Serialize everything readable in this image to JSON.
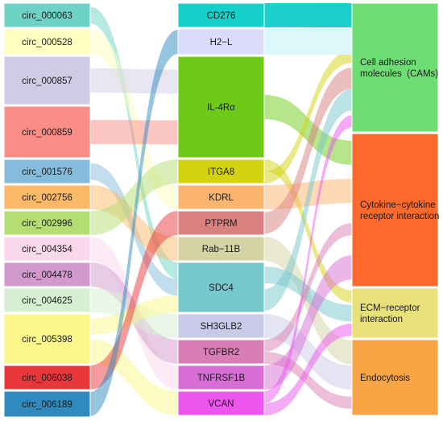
{
  "diagram": {
    "circ_nodes": [
      {
        "id": "c0063",
        "label": "circ_000063",
        "color": "#6ED3C4"
      },
      {
        "id": "c0528",
        "label": "circ_000528",
        "color": "#FFFFC2"
      },
      {
        "id": "c0857",
        "label": "circ_000857",
        "color": "#CFCDE6"
      },
      {
        "id": "c0859",
        "label": "circ_000859",
        "color": "#FA8E86"
      },
      {
        "id": "c1576",
        "label": "circ_001576",
        "color": "#85BBDB"
      },
      {
        "id": "c2756",
        "label": "circ_002756",
        "color": "#FBB968"
      },
      {
        "id": "c2996",
        "label": "circ_002996",
        "color": "#B4DE72"
      },
      {
        "id": "c4354",
        "label": "circ_004354",
        "color": "#FAD8EB"
      },
      {
        "id": "c4478",
        "label": "circ_004478",
        "color": "#D299CD"
      },
      {
        "id": "c4625",
        "label": "circ_004625",
        "color": "#D6EFD2"
      },
      {
        "id": "c5398",
        "label": "circ_005398",
        "color": "#FBF78A"
      },
      {
        "id": "c6038",
        "label": "circ_006038",
        "color": "#E8373B"
      },
      {
        "id": "c6189",
        "label": "circ_006189",
        "color": "#2F8ABF"
      }
    ],
    "gene_nodes": [
      {
        "id": "CD276",
        "label": "CD276",
        "color": "#15CFC9"
      },
      {
        "id": "H2L",
        "label": "H2−L",
        "color": "#DCDCFA"
      },
      {
        "id": "IL4R",
        "label": "IL-4Rα",
        "color": "#6DCB18"
      },
      {
        "id": "ITGA8",
        "label": "ITGA8",
        "color": "#D3D311"
      },
      {
        "id": "KDRL",
        "label": "KDRL",
        "color": "#FCB46E"
      },
      {
        "id": "PTPRM",
        "label": "PTPRM",
        "color": "#D98080"
      },
      {
        "id": "RAB11B",
        "label": "Rab−11B",
        "color": "#D3D3A3"
      },
      {
        "id": "SDC4",
        "label": "SDC4",
        "color": "#77C8CC"
      },
      {
        "id": "SH3GLB2",
        "label": "SH3GLB2",
        "color": "#C9C9E8"
      },
      {
        "id": "TGFBR2",
        "label": "TGFBR2",
        "color": "#D97DB6"
      },
      {
        "id": "TNFRSF1B",
        "label": "TNFRSF1B",
        "color": "#D86DD6"
      },
      {
        "id": "VCAN",
        "label": "VCAN",
        "color": "#EC56EE"
      }
    ],
    "pathway_nodes": [
      {
        "id": "CAM",
        "label_lines": [
          "Cell adhesion",
          "molecules  (CAMs)"
        ],
        "color": "#6EDD74"
      },
      {
        "id": "CYT",
        "label_lines": [
          "Cytokine−cytokine",
          "receptor interaction"
        ],
        "color": "#FB6A2C"
      },
      {
        "id": "ECM",
        "label_lines": [
          "ECM−receptor",
          "interaction"
        ],
        "color": "#E8E078"
      },
      {
        "id": "ENDO",
        "label_lines": [
          "Endocytosis"
        ],
        "color": "#F9A445"
      }
    ],
    "cam_extension_color": "#DCF8FA",
    "circ_to_gene": [
      [
        "c0063",
        "SDC4"
      ],
      [
        "c0528",
        "KDRL"
      ],
      [
        "c0857",
        "IL4R"
      ],
      [
        "c0859",
        "IL4R"
      ],
      [
        "c1576",
        "SDC4"
      ],
      [
        "c2756",
        "RAB11B"
      ],
      [
        "c2996",
        "ITGA8"
      ],
      [
        "c4354",
        "TNFRSF1B"
      ],
      [
        "c4478",
        "TGFBR2"
      ],
      [
        "c4625",
        "SH3GLB2"
      ],
      [
        "c5398",
        "SDC4"
      ],
      [
        "c5398",
        "VCAN"
      ],
      [
        "c6038",
        "PTPRM"
      ],
      [
        "c6189",
        "H2L"
      ]
    ],
    "gene_to_pathway": [
      [
        "CD276",
        "CAM"
      ],
      [
        "H2L",
        "CAM"
      ],
      [
        "IL4R",
        "CYT"
      ],
      [
        "ITGA8",
        "ECM"
      ],
      [
        "ITGA8",
        "CAM"
      ],
      [
        "KDRL",
        "CYT"
      ],
      [
        "PTPRM",
        "CAM"
      ],
      [
        "RAB11B",
        "ENDO"
      ],
      [
        "SDC4",
        "ECM"
      ],
      [
        "SDC4",
        "CAM"
      ],
      [
        "SH3GLB2",
        "ENDO"
      ],
      [
        "TGFBR2",
        "CYT"
      ],
      [
        "TGFBR2",
        "ENDO"
      ],
      [
        "TNFRSF1B",
        "CYT"
      ],
      [
        "VCAN",
        "CAM"
      ],
      [
        "VCAN",
        "ECM"
      ]
    ]
  }
}
